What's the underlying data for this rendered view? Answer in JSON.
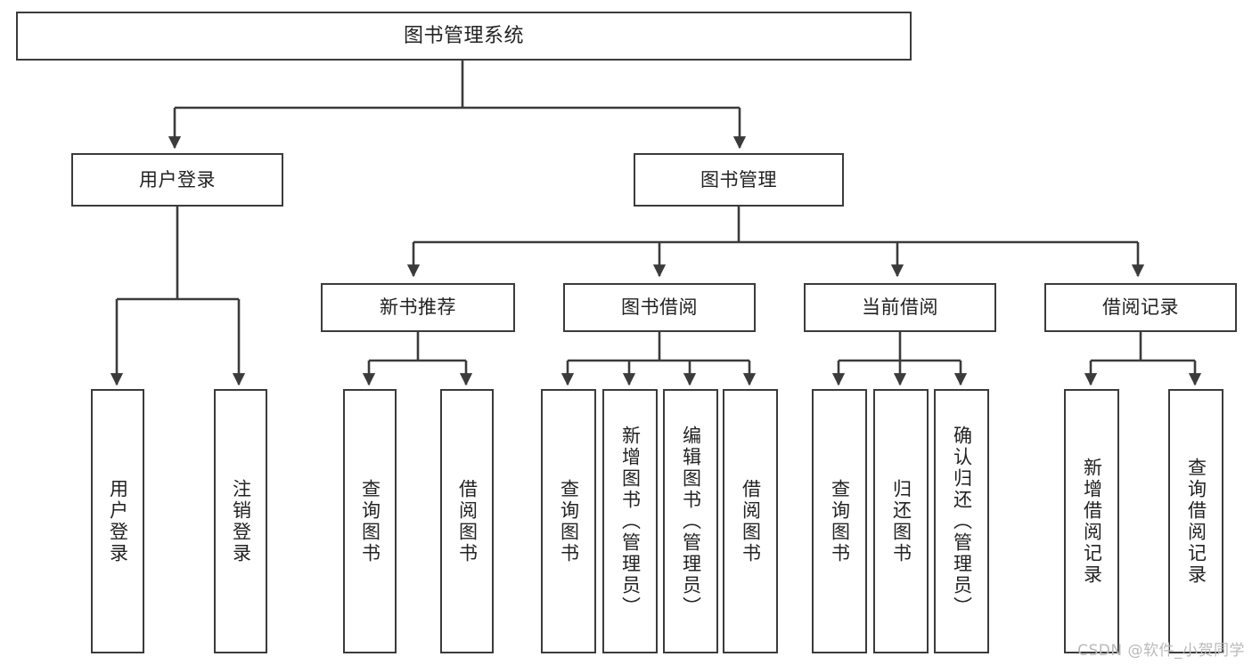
{
  "diagram": {
    "title": "图书管理系统",
    "type": "tree",
    "watermark": "CSDN @软件_小贺同学",
    "colors": {
      "stroke": "#3b3b3b",
      "fill": "#ffffff",
      "text": "#222222",
      "watermark": "#b9b9b9"
    }
  },
  "nodes": {
    "root": {
      "label": "图书管理系统",
      "level": 0
    },
    "level1": [
      {
        "id": "user-login",
        "label": "用户登录"
      },
      {
        "id": "book-manage",
        "label": "图书管理"
      }
    ],
    "level2": [
      {
        "id": "new-book-rec",
        "label": "新书推荐",
        "parent": "book-manage"
      },
      {
        "id": "book-borrow",
        "label": "图书借阅",
        "parent": "book-manage"
      },
      {
        "id": "current-borrow",
        "label": "当前借阅",
        "parent": "book-manage"
      },
      {
        "id": "borrow-record",
        "label": "借阅记录",
        "parent": "book-manage"
      }
    ],
    "leaves": {
      "user-login": [
        {
          "id": "leaf-user-login",
          "label": "用户登录"
        },
        {
          "id": "leaf-logout",
          "label": "注销登录"
        }
      ],
      "new-book-rec": [
        {
          "id": "leaf-query-book-1",
          "label": "查询图书"
        },
        {
          "id": "leaf-borrow-book-1",
          "label": "借阅图书"
        }
      ],
      "book-borrow": [
        {
          "id": "leaf-query-book-2",
          "label": "查询图书"
        },
        {
          "id": "leaf-add-book",
          "label": "新增图书（管理员）"
        },
        {
          "id": "leaf-edit-book",
          "label": "编辑图书（管理员）"
        },
        {
          "id": "leaf-borrow-book-2",
          "label": "借阅图书"
        }
      ],
      "current-borrow": [
        {
          "id": "leaf-query-book-3",
          "label": "查询图书"
        },
        {
          "id": "leaf-return-book",
          "label": "归还图书"
        },
        {
          "id": "leaf-confirm-return",
          "label": "确认归还（管理员）"
        }
      ],
      "borrow-record": [
        {
          "id": "leaf-add-record",
          "label": "新增借阅记录"
        },
        {
          "id": "leaf-query-record",
          "label": "查询借阅记录"
        }
      ]
    }
  }
}
